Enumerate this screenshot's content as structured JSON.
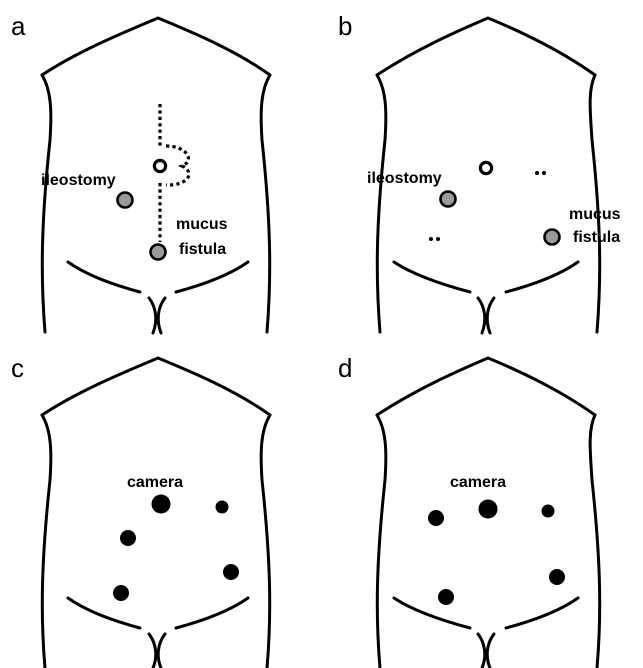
{
  "panels": {
    "a": {
      "letter": "a",
      "labels": {
        "ileostomy": "ileostomy",
        "mucus": "mucus",
        "fistula": "fistula"
      }
    },
    "b": {
      "letter": "b",
      "labels": {
        "ileostomy": "ileostomy",
        "mucus": "mucus",
        "fistula": "fistula"
      }
    },
    "c": {
      "letter": "c",
      "labels": {
        "camera": "camera"
      }
    },
    "d": {
      "letter": "d",
      "labels": {
        "camera": "camera"
      }
    }
  },
  "colors": {
    "stoma_fill": "#9a9a9a",
    "port_fill": "#000000",
    "outline": "#000000"
  }
}
